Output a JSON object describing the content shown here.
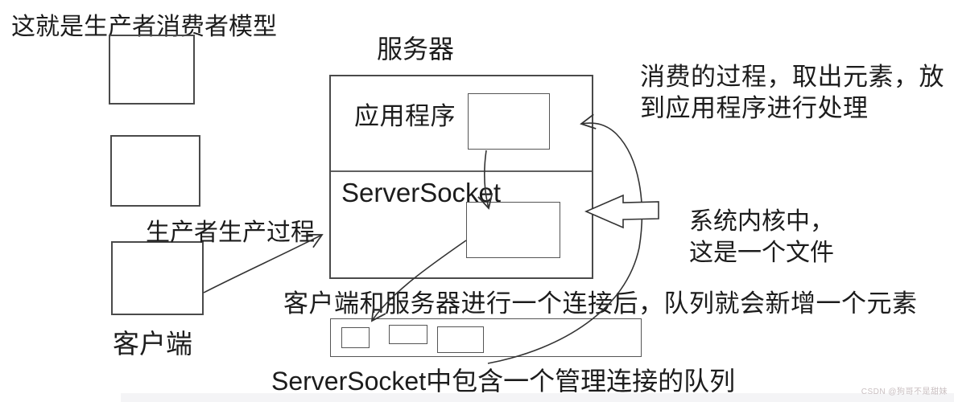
{
  "title": "这就是生产者消费者模型",
  "colors": {
    "ink": "#1c1c1c",
    "stroke": "#4a4a4a",
    "background": "#ffffff",
    "footer_bar": "#f4f4f6",
    "watermark": "#c9bfc1"
  },
  "server": {
    "label": "服务器",
    "application_label": "应用程序",
    "serversocket_label": "ServerSocket"
  },
  "client": {
    "label": "客户端",
    "producer_note": "生产者生产过程"
  },
  "notes": {
    "consume_line1": "消费的过程，取出元素，放",
    "consume_line2": "到应用程序进行处理",
    "kernel_line1": "系统内核中，",
    "kernel_line2": "这是一个文件",
    "connect_note": "客户端和服务器进行一个连接后，队列就会新增一个元素",
    "queue_note": "ServerSocket中包含一个管理连接的队列"
  },
  "icons": {
    "left_block_arrow": "left-block-arrow",
    "arrows": [
      "producer-arrow",
      "app-to-socket-arrow",
      "enqueue-arrow",
      "consume-arrow"
    ]
  },
  "watermark": "CSDN @狗哥不是甜妹"
}
